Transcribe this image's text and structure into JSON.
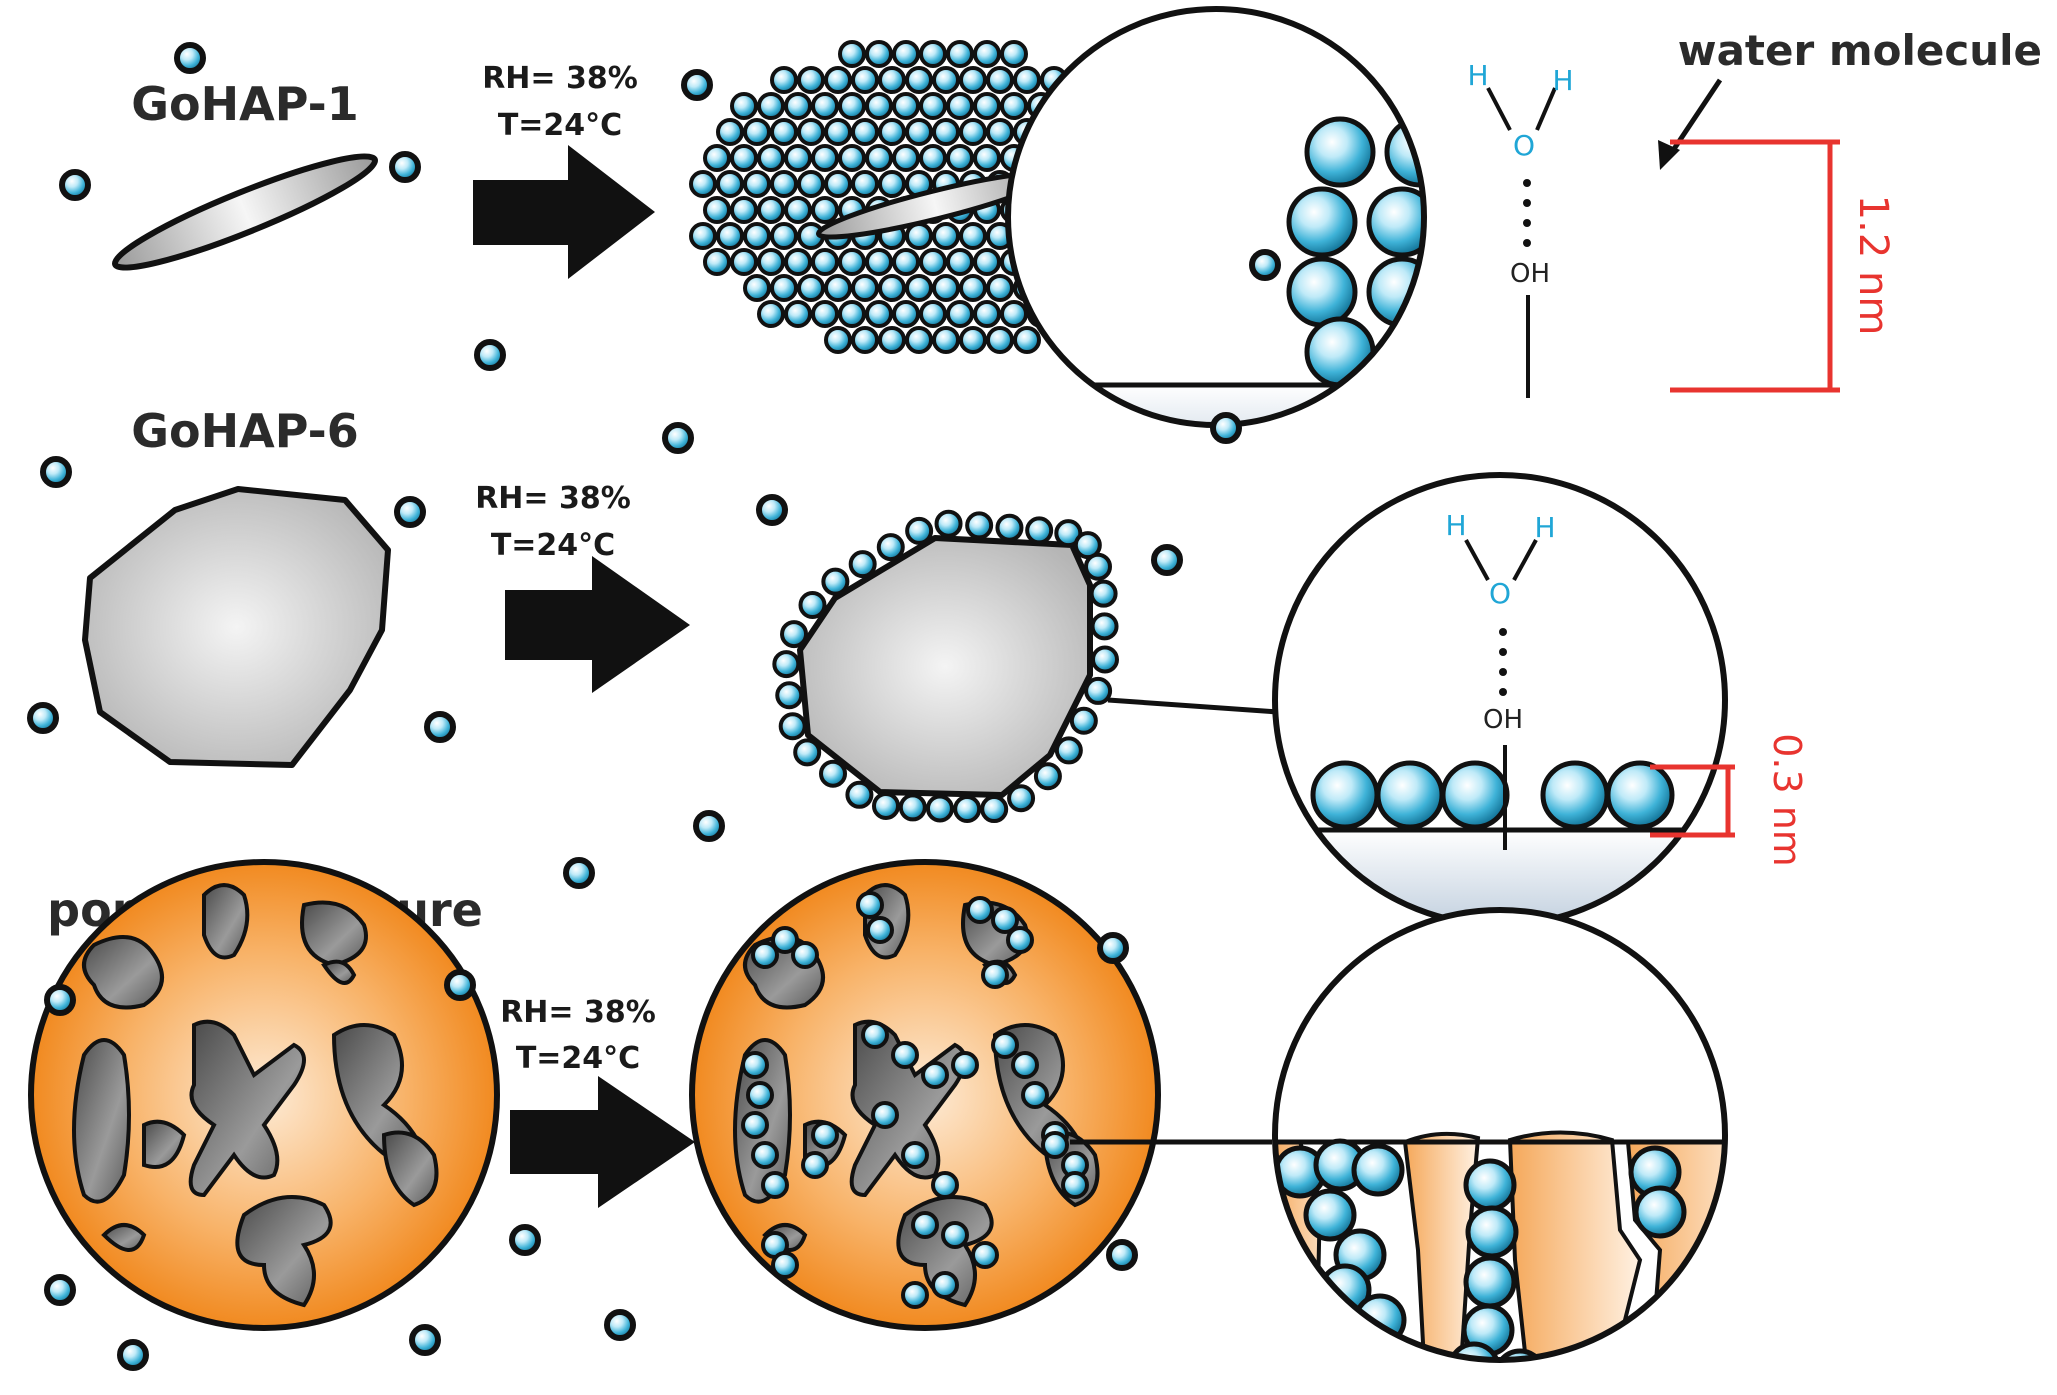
{
  "rows": [
    {
      "label": "GoHAP-1",
      "condition_rh": "RH= 38%",
      "condition_t": "T=24°C",
      "zoom": {
        "h_left": "H",
        "h_right": "H",
        "o": "O",
        "oh": "OH",
        "thickness": "1.2 nm"
      }
    },
    {
      "label": "GoHAP-6",
      "condition_rh": "RH= 38%",
      "condition_t": "T=24°C",
      "zoom": {
        "h_left": "H",
        "h_right": "H",
        "o": "O",
        "oh": "OH",
        "thickness": "0.3 nm"
      }
    },
    {
      "label": "porous structure",
      "condition_rh": "RH= 38%",
      "condition_t": "T=24°C"
    }
  ],
  "callout": {
    "text": "water molecule"
  },
  "colors": {
    "water_sphere": "#29a3c9",
    "hydrogen_label": "#20a6d6",
    "measure_red": "#e8342f",
    "porous_orange": "#f28c1e",
    "pore_gray": "#555555",
    "arrow": "#111111"
  },
  "icons": [
    "water-molecule-icon",
    "process-arrow-icon"
  ]
}
